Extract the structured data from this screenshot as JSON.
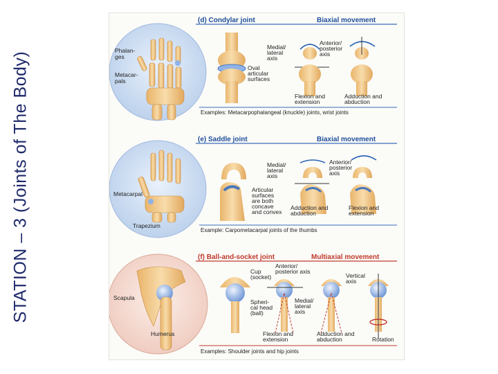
{
  "slide_title": "STATION – 3 (Joints of The Body)",
  "colors": {
    "title": "#1f2a6b",
    "blue_header": "#1f4e9a",
    "red_header": "#c0392b",
    "bone": "#f1c98a",
    "cartilage": "#8fb3e6"
  },
  "panels": [
    {
      "title": "(d) Condylar joint",
      "movement": "Biaxial movement",
      "labels": {
        "phalanges_1": "Phalan-",
        "phalanges_2": "ges",
        "metacarpals_1": "Metacar-",
        "metacarpals_2": "pals",
        "oval_1": "Oval",
        "oval_2": "articular",
        "oval_3": "surfaces",
        "axis1_1": "Medial/",
        "axis1_2": "lateral",
        "axis1_3": "axis",
        "axis2_1": "Anterior/",
        "axis2_2": "posterior",
        "axis2_3": "axis",
        "move1_1": "Flexion and",
        "move1_2": "extension",
        "move2_1": "Adduction and",
        "move2_2": "abduction"
      },
      "examples": "Examples: Metacarpophalangeal (knuckle) joints, wrist joints"
    },
    {
      "title": "(e) Saddle joint",
      "movement": "Biaxial movement",
      "labels": {
        "metacarpal": "Metacarpal",
        "trapezium": "Trapezium",
        "art_1": "Articular",
        "art_2": "surfaces",
        "art_3": "are both",
        "art_4": "concave",
        "art_5": "and convex",
        "axis1_1": "Medial/",
        "axis1_2": "lateral",
        "axis1_3": "axis",
        "axis2_1": "Anterior/",
        "axis2_2": "posterior",
        "axis2_3": "axis",
        "move1_1": "Adduction and",
        "move1_2": "abduction",
        "move2_1": "Flexion and",
        "move2_2": "extension"
      },
      "examples": "Example: Carpometacarpal joints of the thumbs"
    },
    {
      "title": "(f) Ball-and-socket joint",
      "movement": "Multiaxial movement",
      "labels": {
        "scapula": "Scapula",
        "humerus": "Humerus",
        "cup_1": "Cup",
        "cup_2": "(socket)",
        "head_1": "Spheri-",
        "head_2": "cal head",
        "head_3": "(ball)",
        "axis1_1": "Anterior/",
        "axis1_2": "posterior axis",
        "axis2_1": "Medial/",
        "axis2_2": "lateral",
        "axis2_3": "axis",
        "axis3_1": "Vertical",
        "axis3_2": "axis",
        "move1_1": "Flexion and",
        "move1_2": "extension",
        "move2_1": "Adduction and",
        "move2_2": "abduction",
        "move3": "Rotation"
      },
      "examples": "Examples: Shoulder joints and hip joints"
    }
  ]
}
